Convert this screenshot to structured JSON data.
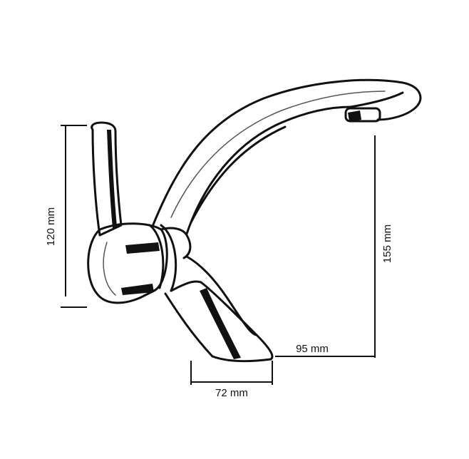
{
  "colors": {
    "ink": "#111111",
    "background": "#ffffff",
    "shade": "#555555"
  },
  "dimensions": {
    "lever_height": "120 mm",
    "spout_height": "155 mm",
    "spout_reach": "95 mm",
    "base_width": "72 mm"
  }
}
